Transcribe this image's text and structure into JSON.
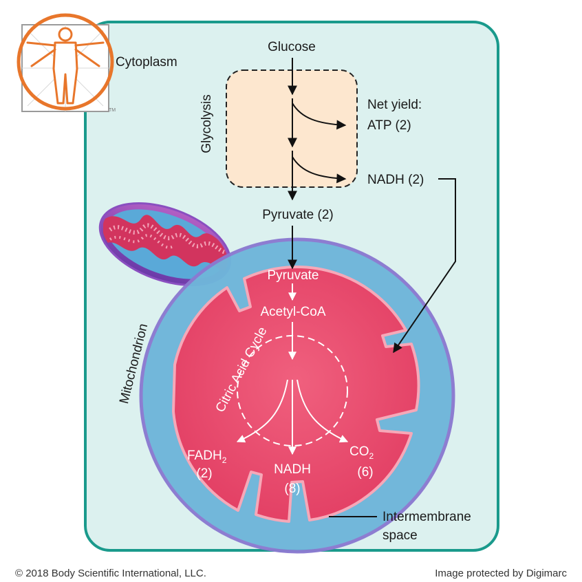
{
  "labels": {
    "cytoplasm": "Cytoplasm",
    "glucose": "Glucose",
    "glycolysis": "Glycolysis",
    "net_yield": "Net yield:",
    "atp": "ATP (2)",
    "nadh_glycolysis": "NADH (2)",
    "pyruvate_out": "Pyruvate (2)",
    "pyruvate_in": "Pyruvate",
    "acetyl_coa": "Acetyl-CoA",
    "citric_acid_cycle": "Citric Acid Cycle",
    "mitochondrion": "Mitochondrion",
    "fadh2_main": "FADH",
    "fadh2_sub": "2",
    "fadh2_count": "(2)",
    "nadh_cycle": "NADH",
    "nadh_cycle_count": "(8)",
    "co2_main": "CO",
    "co2_sub": "2",
    "co2_count": "(6)",
    "intermembrane_1": "Intermembrane",
    "intermembrane_2": "space"
  },
  "logo": {
    "trademark": "TM"
  },
  "footer": {
    "copyright": "© 2018 Body Scientific International, LLC.",
    "protection": "Image protected by Digimarc"
  },
  "colors": {
    "cell_border": "#1a9a8c",
    "cytoplasm_fill": "#dcf1ef",
    "glycolysis_fill": "#fde7cf",
    "membrane_blue": "#6fb6da",
    "matrix_pink": "#ec4c6e",
    "logo_orange": "#e8762b"
  }
}
